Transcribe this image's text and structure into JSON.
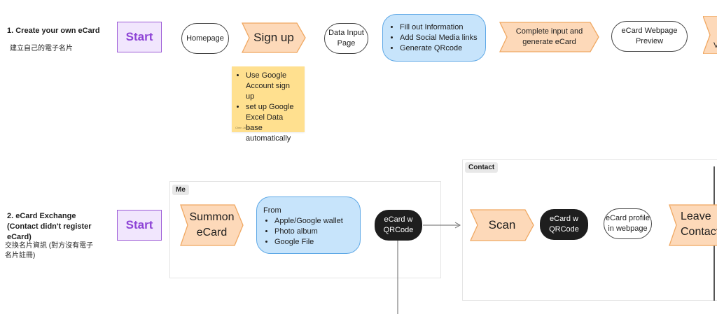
{
  "colors": {
    "start_fill": "#f1e6fd",
    "start_border": "#9b59d6",
    "start_text": "#8e44d6",
    "chevron_fill": "#fdd9b9",
    "chevron_border": "#f0a862",
    "blue_fill": "#c7e4fb",
    "blue_border": "#5ea8e6",
    "sticky_fill": "#ffe08f",
    "dark_fill": "#1e1e1e"
  },
  "flow1": {
    "title": "1. Create your own eCard",
    "subtitle": "建立自己的電子名片",
    "start": "Start",
    "homepage": "Homepage",
    "signup": "Sign up",
    "data_input": "Data Input Page",
    "info_items": [
      "Fill out Information",
      "Add Social Media links",
      "Generate QRcode"
    ],
    "complete": "Complete input and generate eCard",
    "preview": "eCard Webpage Preview",
    "cut_chevron": "V",
    "sticky_items": [
      "Use Google Account sign up",
      "set up Google Excel Data base automatically"
    ],
    "sticky_author": "Chen Jason"
  },
  "flow2": {
    "title": "2. eCard Exchange (Contact didn't register eCard)",
    "subtitle": "交換名片資訊 (對方沒有電子名片註冊)",
    "start": "Start",
    "me_label": "Me",
    "contact_label": "Contact",
    "summon": "Summon eCard",
    "from_title": "From",
    "from_items": [
      "Apple/Google wallet",
      "Photo album",
      "Google File"
    ],
    "ecard_qr": "eCard w QRCode",
    "scan": "Scan",
    "ecard_qr2": "eCard w QRCode",
    "profile": "eCard profile in webpage",
    "leave": "Leave Contact"
  }
}
